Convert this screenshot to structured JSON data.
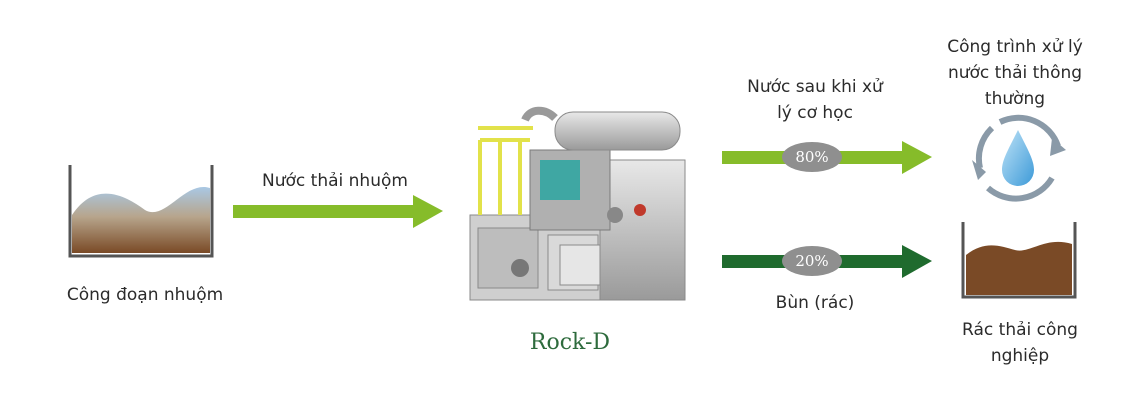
{
  "source": {
    "label": "Công đoạn nhuộm"
  },
  "input_flow": {
    "label": "Nước thải nhuộm"
  },
  "machine": {
    "label": "Rock-D"
  },
  "water_output": {
    "label": "Nước sau khi xử\nlý cơ học",
    "percent": "80%"
  },
  "sludge_output": {
    "label": "Bùn (rác)",
    "percent": "20%"
  },
  "water_destination": {
    "label": "Công trình xử lý\nnước thải thông\nthường"
  },
  "sludge_destination": {
    "label": "Rác thải công\nnghiệp"
  },
  "colors": {
    "arrow_light": "#86bc2a",
    "arrow_dark": "#1f6b2e",
    "badge": "#8f8f8f",
    "water": "#a9c8e4",
    "sludge": "#7a4a26",
    "brand": "#2e6b3d"
  },
  "icons": {
    "source": "tank-with-wastewater-icon",
    "machine": "rock-d-machine-icon",
    "water_destination": "recycle-water-drop-icon",
    "sludge_destination": "sludge-bin-icon"
  }
}
